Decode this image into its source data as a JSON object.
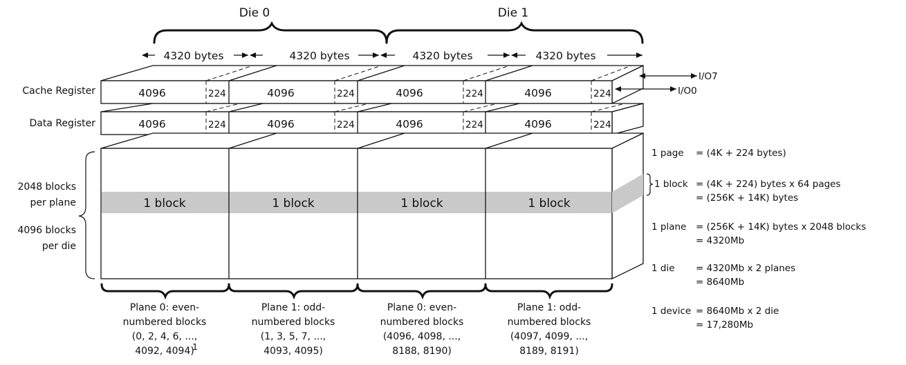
{
  "dies": [
    "Die 0",
    "Die 1"
  ],
  "widths": [
    "4320 bytes",
    "4320 bytes",
    "4320 bytes",
    "4320 bytes"
  ],
  "io": {
    "top": "I/O7",
    "bottom": "I/O0"
  },
  "registers": {
    "cache_label": "Cache Register",
    "data_label": "Data Register",
    "cells": [
      {
        "main": "4096",
        "spare": "224"
      },
      {
        "main": "4096",
        "spare": "224"
      },
      {
        "main": "4096",
        "spare": "224"
      },
      {
        "main": "4096",
        "spare": "224"
      }
    ]
  },
  "left_labels": {
    "plane_line1": "2048 blocks",
    "plane_line2": "per plane",
    "die_line1": "4096 blocks",
    "die_line2": "per die"
  },
  "block_label": "1 block",
  "planes": [
    {
      "lines": [
        "Plane 0: even-",
        "numbered blocks",
        "(0, 2, 4, 6, ...,",
        "4092, 4094)"
      ],
      "sup": "1"
    },
    {
      "lines": [
        "Plane 1: odd-",
        "numbered blocks",
        "(1, 3, 5, 7, ...,",
        "4093, 4095)"
      ],
      "sup": ""
    },
    {
      "lines": [
        "Plane 0: even-",
        "numbered blocks",
        "(4096, 4098, ...,",
        "8188, 8190)"
      ],
      "sup": ""
    },
    {
      "lines": [
        "Plane 1: odd-",
        "numbered blocks",
        "(4097, 4099, ...,",
        "8189, 8191)"
      ],
      "sup": ""
    }
  ],
  "definitions": [
    {
      "term": "1 page",
      "lines": [
        "= (4K + 224 bytes)"
      ]
    },
    {
      "term": "1 block",
      "lines": [
        "= (4K + 224) bytes x 64 pages",
        "= (256K + 14K) bytes"
      ]
    },
    {
      "term": "1 plane",
      "lines": [
        "= (256K + 14K) bytes x 2048 blocks",
        "= 4320Mb"
      ]
    },
    {
      "term": "1 die",
      "lines": [
        "= 4320Mb x 2 planes",
        "= 8640Mb"
      ]
    },
    {
      "term": "1 device",
      "lines": [
        "= 8640Mb x 2 die",
        "= 17,280Mb"
      ]
    }
  ]
}
